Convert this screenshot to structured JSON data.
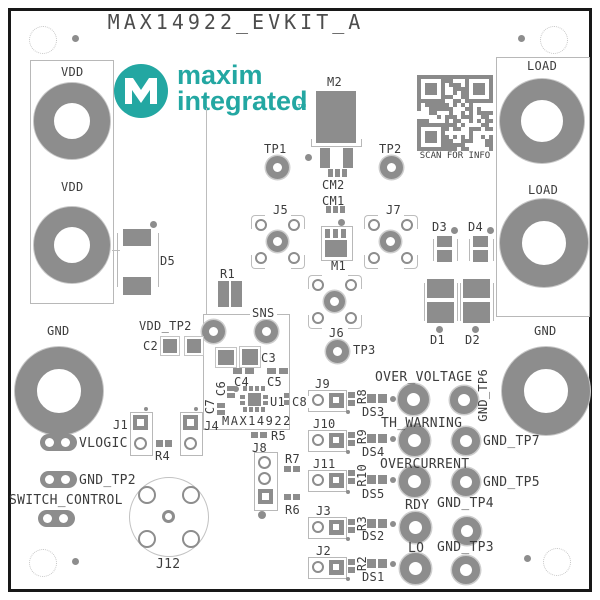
{
  "colors": {
    "teal": "#23a7a2",
    "pad_gray": "#8d8d8d",
    "silk_gray": "#b8b8b8",
    "ink": "#3d3d3d"
  },
  "board": {
    "title": "MAX14922_EVKIT_A"
  },
  "logo": {
    "word1": "maxim",
    "word2": "integrated",
    "tm": "™"
  },
  "qr": {
    "caption": "SCAN FOR INFO"
  },
  "terminals": {
    "vdd_top": "VDD",
    "vdd_bot": "VDD",
    "load_top": "LOAD",
    "load_bot": "LOAD",
    "gnd_left": "GND",
    "gnd_right": "GND"
  },
  "nets": {
    "vlogic": "VLOGIC",
    "switch_control": "SWITCH_CONTROL",
    "over_voltage": "OVER_VOLTAGE",
    "th_warning": "TH_WARNING",
    "overcurrent": "OVERCURRENT",
    "rdy": "RDY",
    "lo": "LO"
  },
  "testpoints": {
    "tp1": "TP1",
    "tp2": "TP2",
    "tp3": "TP3",
    "vdd_tp2": "VDD_TP2",
    "sns": "SNS",
    "gnd_tp2": "GND_TP2",
    "gnd_tp3": "GND_TP3",
    "gnd_tp4": "GND_TP4",
    "gnd_tp5": "GND_TP5",
    "gnd_tp6": "GND_TP6",
    "gnd_tp7": "GND_TP7"
  },
  "refdes": {
    "m1": "M1",
    "m2": "M2",
    "cm1": "CM1",
    "cm2": "CM2",
    "u1": "U1",
    "part": "MAX14922",
    "j1": "J1",
    "j2": "J2",
    "j3": "J3",
    "j4": "J4",
    "j5": "J5",
    "j6": "J6",
    "j7": "J7",
    "j8": "J8",
    "j9": "J9",
    "j10": "J10",
    "j11": "J11",
    "j12": "J12",
    "r1": "R1",
    "r2": "R2",
    "r3": "R3",
    "r4": "R4",
    "r5": "R5",
    "r6": "R6",
    "r7": "R7",
    "r8": "R8",
    "r9": "R9",
    "r10": "R10",
    "c2": "C2",
    "c3": "C3",
    "c4": "C4",
    "c5": "C5",
    "c6": "C6",
    "c7": "C7",
    "c8": "C8",
    "d1": "D1",
    "d2": "D2",
    "d3": "D3",
    "d4": "D4",
    "d5": "D5",
    "ds1": "DS1",
    "ds2": "DS2",
    "ds3": "DS3",
    "ds4": "DS4",
    "ds5": "DS5"
  }
}
